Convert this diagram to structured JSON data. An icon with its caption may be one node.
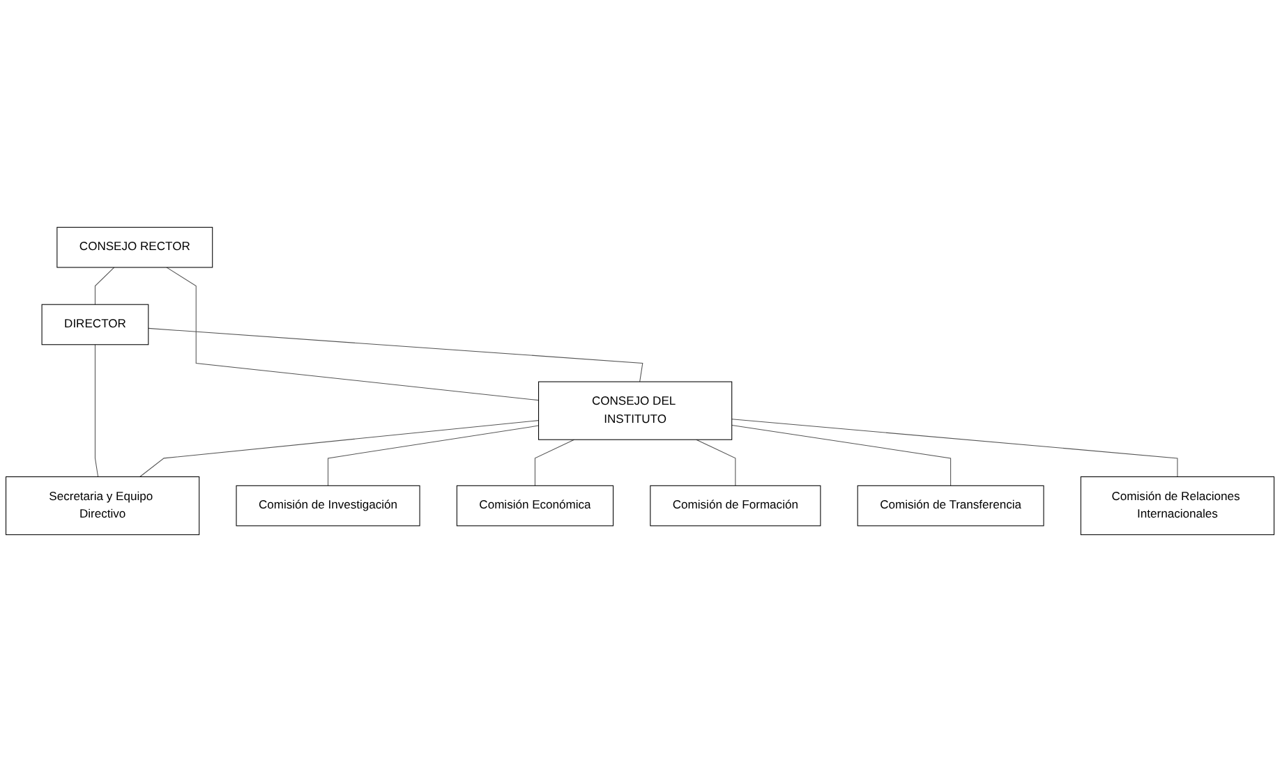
{
  "diagram": {
    "nodes": [
      {
        "text": [
          "CONSEJO RECTOR"
        ]
      },
      {
        "text": [
          "DIRECTOR"
        ]
      },
      {
        "text": [
          "CONSEJO DEL INSTITUTO"
        ]
      },
      {
        "text": [
          "Secretaria y Equipo Directivo"
        ]
      },
      {
        "text": [
          "Comisión de Investigación"
        ]
      },
      {
        "text": [
          "Comisión Económica"
        ]
      },
      {
        "text": [
          "Comisión de Formación"
        ]
      },
      {
        "text": [
          "Comisión de Transferencia"
        ]
      },
      {
        "text": [
          "Comisión de Relaciones Internacionales"
        ]
      }
    ],
    "edges": [
      {
        "from": 0,
        "to": 1,
        "arrow": "none"
      },
      {
        "from": 0,
        "to": 2,
        "arrow": "none"
      },
      {
        "from": 1,
        "to": 2,
        "arrow": "none"
      },
      {
        "from": 1,
        "to": 3,
        "arrow": "none"
      },
      {
        "from": 2,
        "to": 3,
        "arrow": "none"
      },
      {
        "from": 2,
        "to": 4,
        "arrow": "none"
      },
      {
        "from": 2,
        "to": 5,
        "arrow": "none"
      },
      {
        "from": 2,
        "to": 6,
        "arrow": "none"
      },
      {
        "from": 2,
        "to": 7,
        "arrow": "none"
      },
      {
        "from": 2,
        "to": 8,
        "arrow": "none"
      }
    ]
  }
}
